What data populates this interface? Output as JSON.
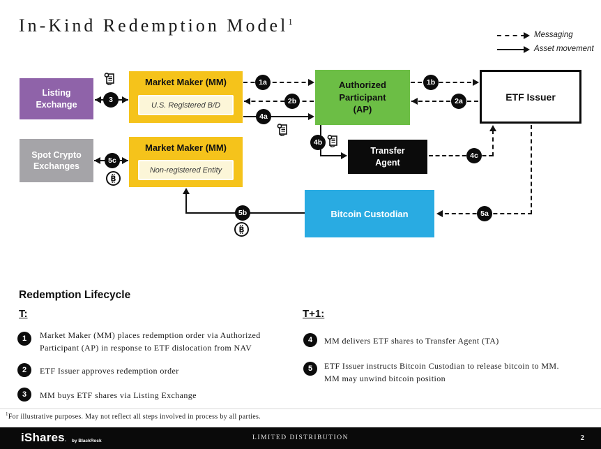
{
  "title": {
    "text": "In-Kind Redemption Model",
    "footnote_ref": "1"
  },
  "legend": {
    "messaging": "Messaging",
    "asset_movement": "Asset movement"
  },
  "boxes": {
    "listing_exchange": "Listing\nExchange",
    "mm_registered": {
      "title": "Market Maker (MM)",
      "subtitle": "U.S. Registered B/D"
    },
    "authorized_participant": "Authorized\nParticipant\n(AP)",
    "etf_issuer": "ETF Issuer",
    "spot_crypto": "Spot Crypto\nExchanges",
    "mm_nonregistered": {
      "title": "Market Maker (MM)",
      "subtitle": "Non-registered Entity"
    },
    "transfer_agent": "Transfer\nAgent",
    "bitcoin_custodian": "Bitcoin Custodian"
  },
  "badges": {
    "b3": "3",
    "b1a": "1a",
    "b2b": "2b",
    "b4a": "4a",
    "b1b": "1b",
    "b2a": "2a",
    "b4b": "4b",
    "b4c": "4c",
    "b5a": "5a",
    "b5b": "5b",
    "b5c": "5c"
  },
  "lifecycle": {
    "heading": "Redemption Lifecycle",
    "t_label": "T:",
    "t1_label": "T+1:",
    "steps_t": [
      {
        "num": "1",
        "text": "Market Maker (MM) places redemption order via Authorized\nParticipant (AP) in response to ETF dislocation from NAV"
      },
      {
        "num": "2",
        "text": "ETF Issuer approves redemption order"
      },
      {
        "num": "3",
        "text": "MM buys ETF shares via Listing Exchange"
      }
    ],
    "steps_t1": [
      {
        "num": "4",
        "text": "MM delivers ETF shares to Transfer Agent (TA)"
      },
      {
        "num": "5",
        "text": "ETF Issuer instructs Bitcoin Custodian to release bitcoin to MM.\nMM may unwind bitcoin position"
      }
    ]
  },
  "footnote": {
    "ref": "1",
    "text": "For illustrative purposes.  May not reflect all steps involved in process by all parties."
  },
  "footer": {
    "brand": "iShares",
    "brand_suffix": ".",
    "brand_sub": "by BlackRock",
    "center": "LIMITED DISTRIBUTION",
    "page": "2"
  },
  "colors": {
    "purple": "#8F63A9",
    "yellow": "#F5C31B",
    "yellow_inner": "#FCF6D8",
    "green": "#6CBE45",
    "gray": "#A5A4A8",
    "blue": "#29ABE2",
    "black": "#0b0b0b"
  }
}
